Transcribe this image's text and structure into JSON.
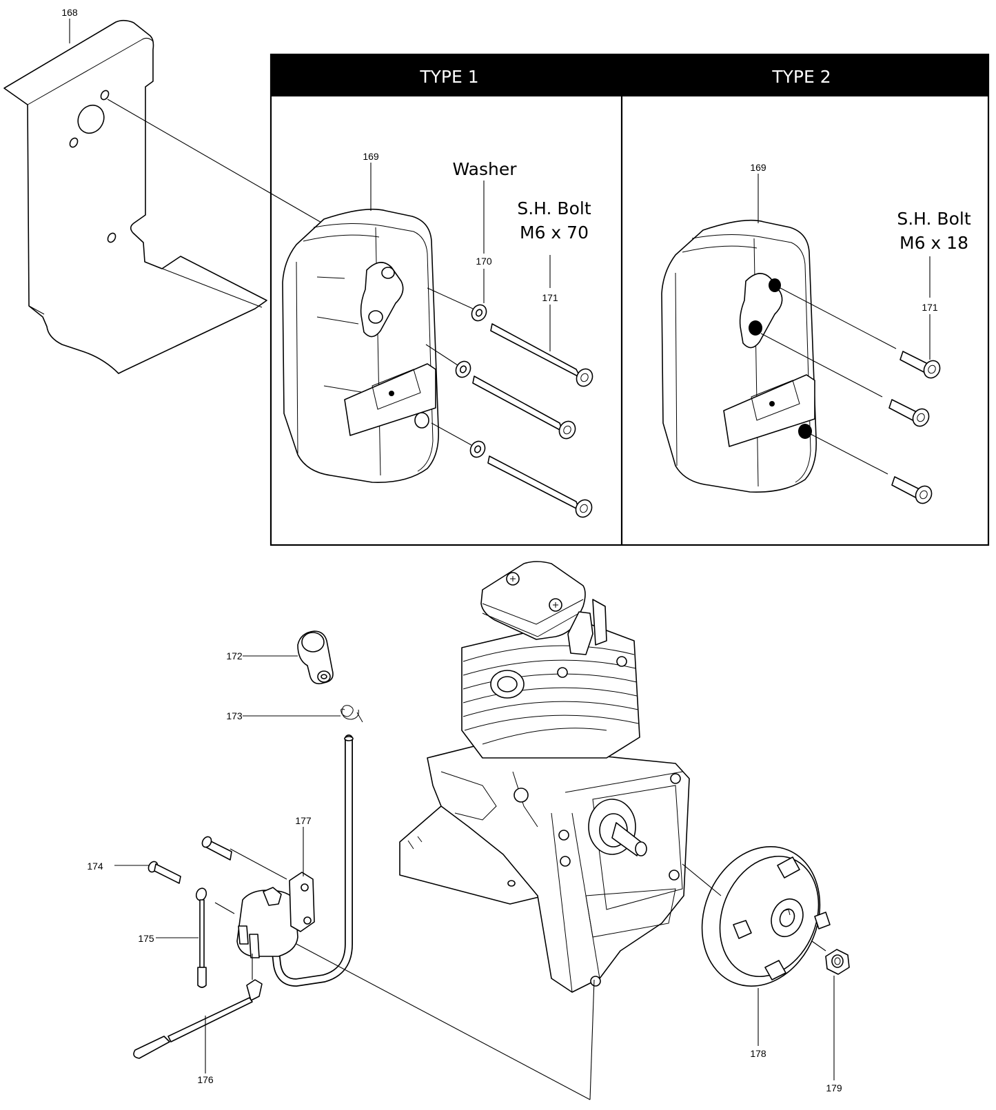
{
  "panels": {
    "type1": {
      "title": "TYPE 1",
      "washer_label": "Washer",
      "bolt_label_line1": "S.H. Bolt",
      "bolt_label_line2": "M6 x 70",
      "callouts": {
        "muffler": "169",
        "washer": "170",
        "bolt": "171"
      }
    },
    "type2": {
      "title": "TYPE 2",
      "bolt_label_line1": "S.H. Bolt",
      "bolt_label_line2": "M6 x 18",
      "callouts": {
        "muffler": "169",
        "bolt": "171"
      }
    }
  },
  "callouts": {
    "heat_shield": "168",
    "plug_cap": "172",
    "spring": "173",
    "screw": "174",
    "ground_wire": "175",
    "stop_wire": "176",
    "ignition_coil": "177",
    "flywheel": "178",
    "nut": "179"
  }
}
